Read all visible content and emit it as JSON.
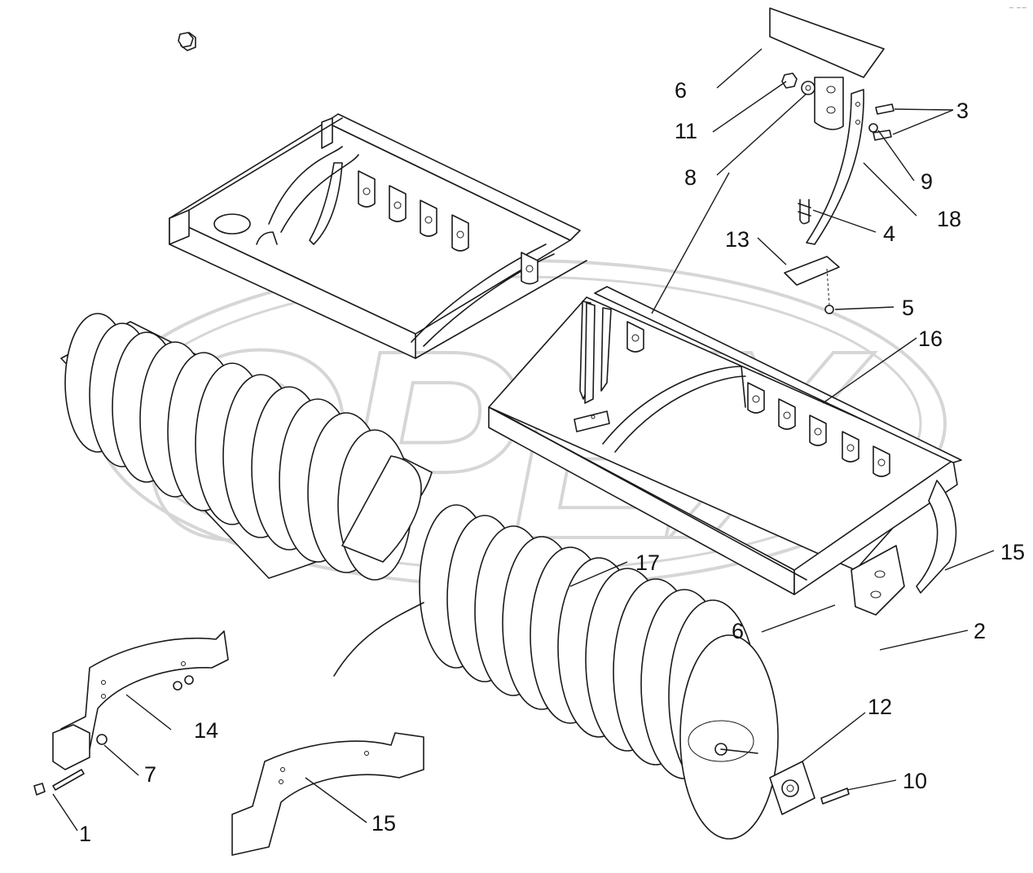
{
  "diagram": {
    "watermark": "OPEX",
    "corner_mark": "~ ~~",
    "colors": {
      "line": "#1a1a1a",
      "watermark": "#d6d6d6",
      "background": "#ffffff"
    }
  },
  "callouts": [
    {
      "id": "c6a",
      "label": "6"
    },
    {
      "id": "c11",
      "label": "11"
    },
    {
      "id": "c8",
      "label": "8"
    },
    {
      "id": "c3",
      "label": "3"
    },
    {
      "id": "c9",
      "label": "9"
    },
    {
      "id": "c18",
      "label": "18"
    },
    {
      "id": "c4",
      "label": "4"
    },
    {
      "id": "c13",
      "label": "13"
    },
    {
      "id": "c5",
      "label": "5"
    },
    {
      "id": "c16",
      "label": "16"
    },
    {
      "id": "c15a",
      "label": "15"
    },
    {
      "id": "c17",
      "label": "17"
    },
    {
      "id": "c6b",
      "label": "6"
    },
    {
      "id": "c2",
      "label": "2"
    },
    {
      "id": "c14",
      "label": "14"
    },
    {
      "id": "c12",
      "label": "12"
    },
    {
      "id": "c7",
      "label": "7"
    },
    {
      "id": "c10",
      "label": "10"
    },
    {
      "id": "c1",
      "label": "1"
    },
    {
      "id": "c15b",
      "label": "15"
    }
  ]
}
